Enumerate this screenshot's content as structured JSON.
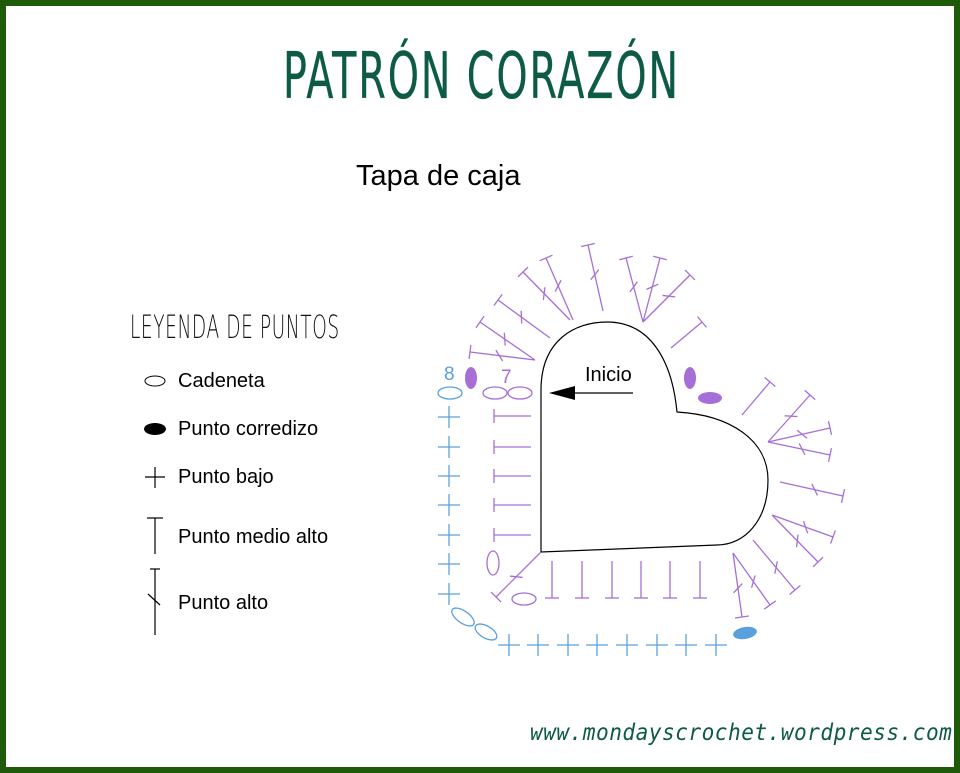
{
  "title": "PATRÓN CORAZÓN",
  "subtitle": "Tapa de caja",
  "legend": {
    "heading": "LEYENDA DE PUNTOS",
    "items": [
      {
        "label": "Cadeneta",
        "icon": "chain-oval-icon"
      },
      {
        "label": "Punto corredizo",
        "icon": "slip-stitch-filled-oval-icon"
      },
      {
        "label": "Punto bajo",
        "icon": "single-crochet-plus-icon"
      },
      {
        "label": "Punto medio alto",
        "icon": "half-double-crochet-t-icon"
      },
      {
        "label": "Punto alto",
        "icon": "double-crochet-icon"
      }
    ]
  },
  "diagram": {
    "start_label": "Inicio",
    "round_labels": [
      "8",
      "7"
    ],
    "colors": {
      "round7": "#a66fd8",
      "round8": "#5aa0dc",
      "outline": "#000000"
    }
  },
  "footer_url": "www.mondayscrochet.wordpress.com",
  "colors": {
    "border": "#1f5a0a",
    "title": "#0d5a45"
  }
}
